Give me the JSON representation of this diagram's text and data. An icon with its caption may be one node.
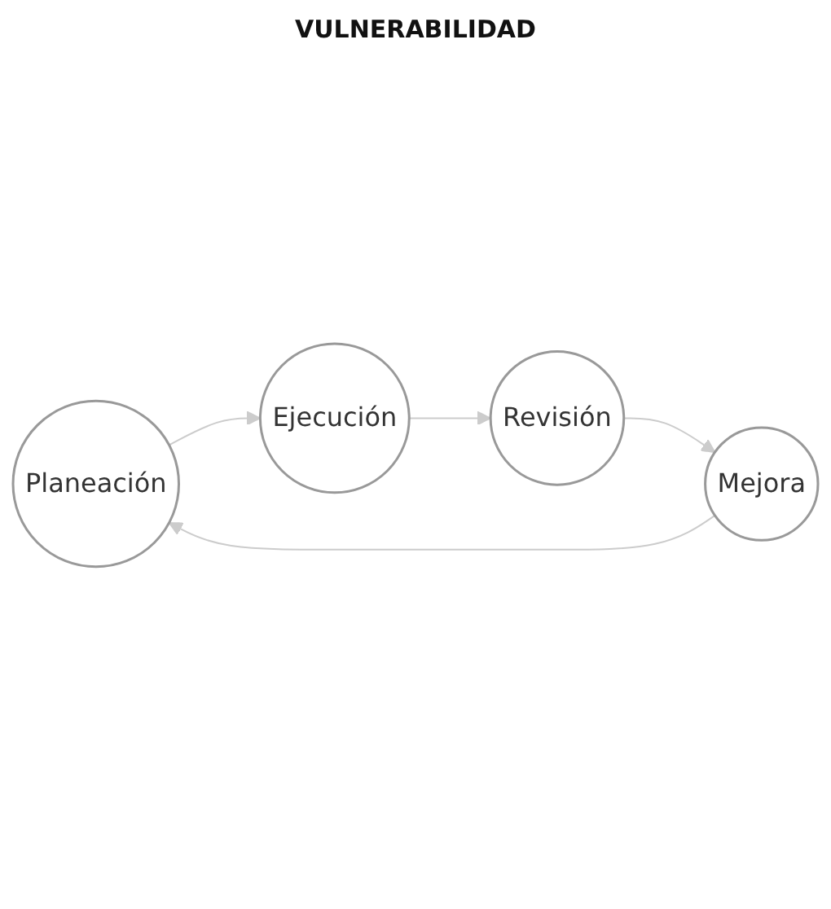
{
  "diagram": {
    "nodes": [
      {
        "text": [
          "Planeación"
        ]
      },
      {
        "text": [
          "Ejecución"
        ]
      },
      {
        "text": [
          "Revisión"
        ]
      },
      {
        "text": [
          "Mejora"
        ]
      }
    ],
    "edges": [
      {
        "from": 0,
        "to": 1,
        "arrow": "to"
      },
      {
        "from": 1,
        "to": 2,
        "arrow": "to"
      },
      {
        "from": 2,
        "to": 3,
        "arrow": "to"
      },
      {
        "from": 3,
        "to": 0,
        "arrow": "to"
      }
    ],
    "labels": [
      "VULNERABILIDAD"
    ]
  }
}
